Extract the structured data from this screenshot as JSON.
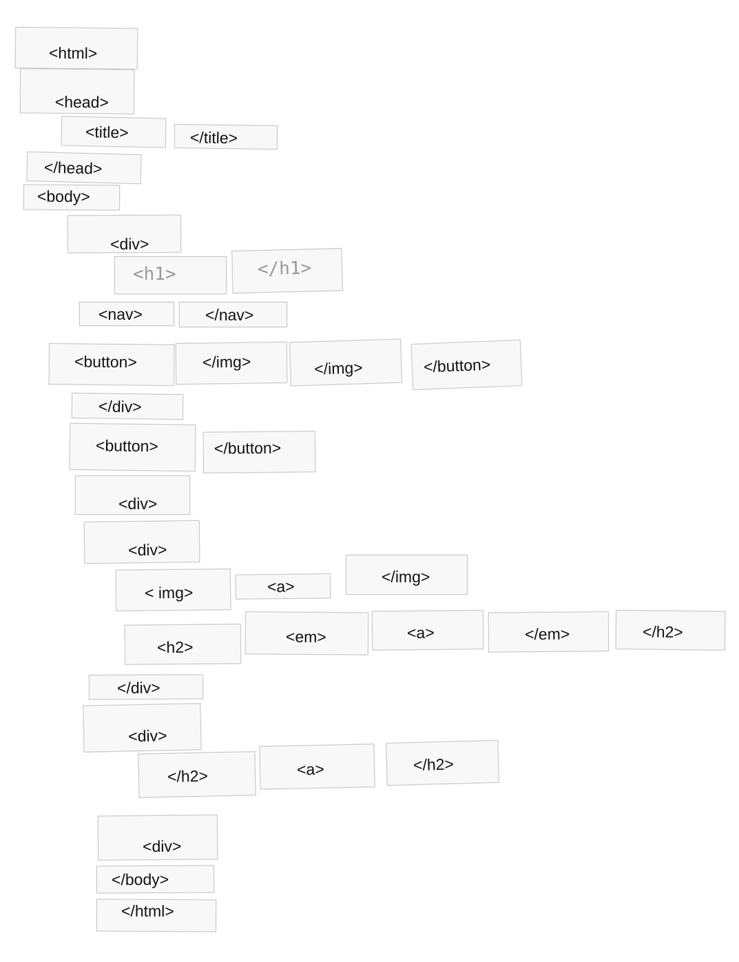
{
  "cards": [
    {
      "id": "html-open",
      "text": "<html>"
    },
    {
      "id": "head-open",
      "text": "<head>"
    },
    {
      "id": "title-open",
      "text": "<title>"
    },
    {
      "id": "title-close",
      "text": "</title>"
    },
    {
      "id": "head-close",
      "text": "</head>"
    },
    {
      "id": "body-open",
      "text": "<body>"
    },
    {
      "id": "div-open-1",
      "text": "<div>"
    },
    {
      "id": "h1-open",
      "text": "<h1>"
    },
    {
      "id": "h1-close",
      "text": "</h1>"
    },
    {
      "id": "nav-open",
      "text": "<nav>"
    },
    {
      "id": "nav-close",
      "text": "</nav>"
    },
    {
      "id": "button-open-1",
      "text": "<button>"
    },
    {
      "id": "img-close-1",
      "text": "</img>"
    },
    {
      "id": "img-close-2",
      "text": "</img>"
    },
    {
      "id": "button-close-1",
      "text": "</button>"
    },
    {
      "id": "div-close-1",
      "text": "</div>"
    },
    {
      "id": "button-open-2",
      "text": "<button>"
    },
    {
      "id": "button-close-2",
      "text": "</button>"
    },
    {
      "id": "div-open-2",
      "text": "<div>"
    },
    {
      "id": "div-open-3",
      "text": "<div>"
    },
    {
      "id": "img-open",
      "text": "< img>"
    },
    {
      "id": "a-open-1",
      "text": "<a>"
    },
    {
      "id": "img-close-3",
      "text": "</img>"
    },
    {
      "id": "h2-open",
      "text": "<h2>"
    },
    {
      "id": "em-open",
      "text": "<em>"
    },
    {
      "id": "a-open-2",
      "text": "<a>"
    },
    {
      "id": "em-close",
      "text": "</em>"
    },
    {
      "id": "h2-close-1",
      "text": "</h2>"
    },
    {
      "id": "div-close-2",
      "text": "</div>"
    },
    {
      "id": "div-open-4",
      "text": "<div>"
    },
    {
      "id": "h2-close-2",
      "text": "</h2>"
    },
    {
      "id": "a-open-3",
      "text": "<a>"
    },
    {
      "id": "h2-close-3",
      "text": "</h2>"
    },
    {
      "id": "div-open-5",
      "text": "<div>"
    },
    {
      "id": "body-close",
      "text": "</body>"
    },
    {
      "id": "html-close",
      "text": "</html>"
    }
  ]
}
